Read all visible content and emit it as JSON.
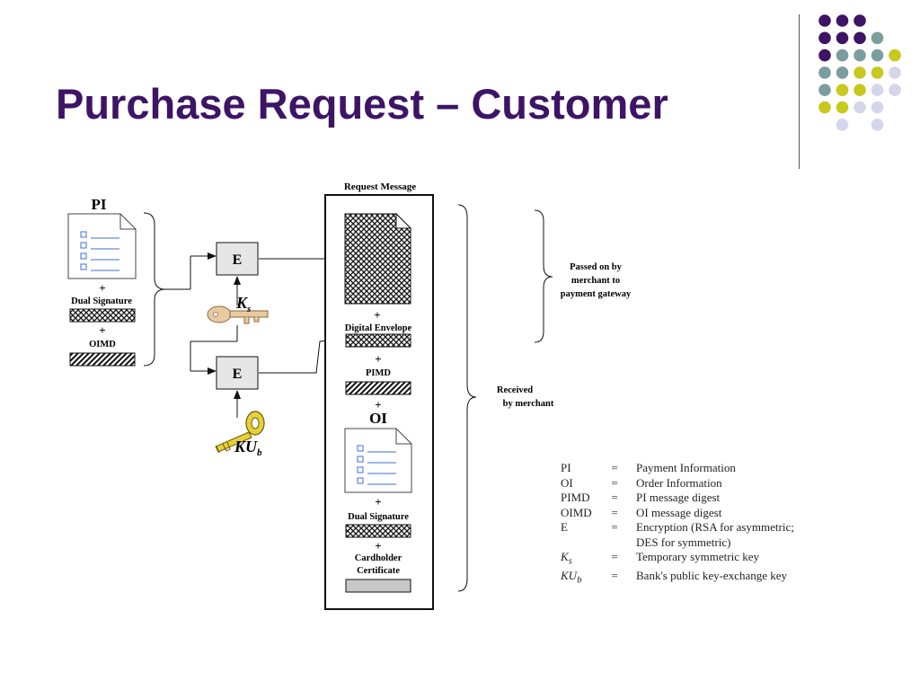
{
  "slide": {
    "title": "Purchase Request – Customer",
    "accent_color": "#3d1466",
    "dot_colors": {
      "purple": "#3d1466",
      "teal": "#7a9e9e",
      "yellow": "#c8c81e",
      "lavender": "#d6d6ea"
    }
  },
  "diagram": {
    "request_message_title": "Request Message",
    "pi_label": "PI",
    "plus": "+",
    "dual_signature": "Dual Signature",
    "oimd": "OIMD",
    "encrypt_label": "E",
    "ks_label": "K",
    "ks_sub": "s",
    "kub_label": "KU",
    "kub_sub": "b",
    "digital_envelope": "Digital Envelope",
    "pimd": "PIMD",
    "oi_label": "OI",
    "cardholder_certificate_line1": "Cardholder",
    "cardholder_certificate_line2": "Certificate",
    "passed_on_line1": "Passed on by",
    "passed_on_line2": "merchant to",
    "passed_on_line3": "payment gateway",
    "received_line1": "Received",
    "received_line2": "by merchant"
  },
  "legend": [
    {
      "abbr": "PI",
      "eq": "=",
      "def": "Payment Information"
    },
    {
      "abbr": "OI",
      "eq": "=",
      "def": "Order Information"
    },
    {
      "abbr": "PIMD",
      "eq": "=",
      "def": "PI message digest"
    },
    {
      "abbr": "OIMD",
      "eq": "=",
      "def": "OI message digest"
    },
    {
      "abbr": "E",
      "eq": "=",
      "def": "Encryption (RSA for asymmetric;"
    },
    {
      "abbr": "",
      "eq": "",
      "def": "DES for symmetric)"
    },
    {
      "abbr": "Ks",
      "eq": "=",
      "def": "Temporary symmetric key"
    },
    {
      "abbr": "KUb",
      "eq": "=",
      "def": "Bank's public key-exchange key"
    }
  ]
}
